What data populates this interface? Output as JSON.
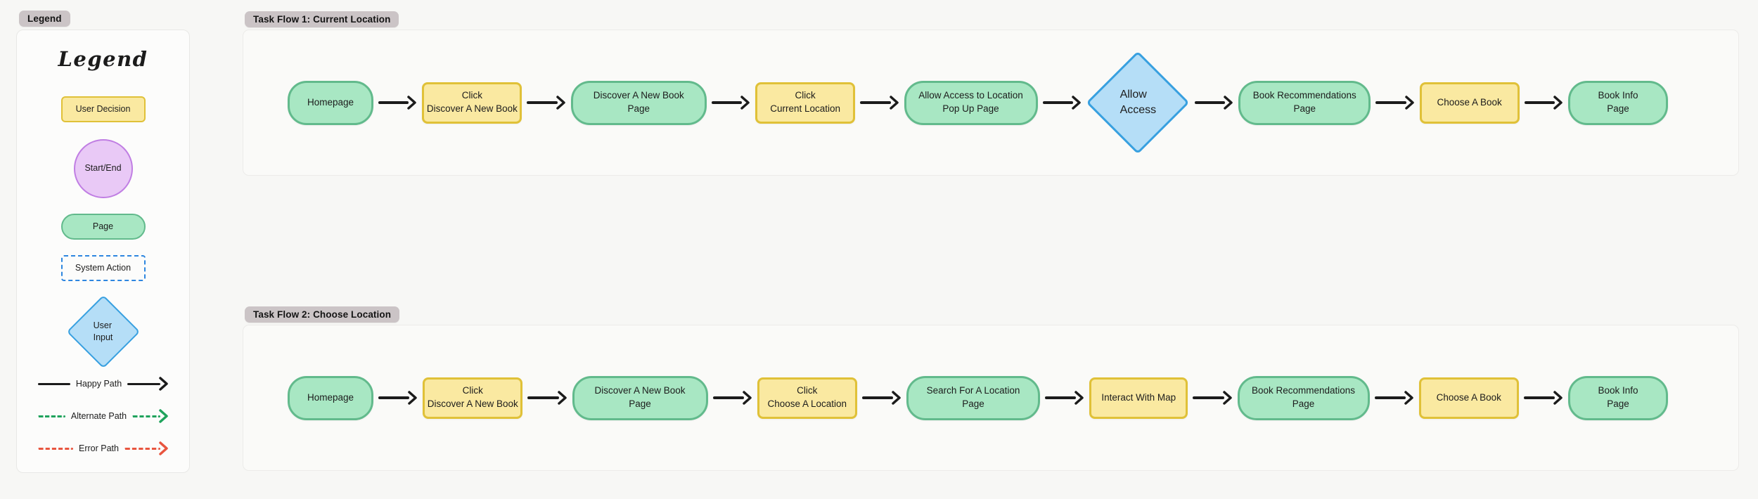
{
  "canvas": {
    "background": "#f7f7f5"
  },
  "legend": {
    "tag_label": "Legend",
    "title": "Legend",
    "shapes": [
      {
        "type": "user-decision",
        "label": "User Decision",
        "fill": "#fae9a1",
        "border": "#e0c138"
      },
      {
        "type": "start-end",
        "label": "Start/End",
        "fill": "#e9c9f6",
        "border": "#c07ee3"
      },
      {
        "type": "page",
        "label": "Page",
        "fill": "#a8e7c3",
        "border": "#62ba8c"
      },
      {
        "type": "system-action",
        "label": "System Action",
        "fill": "transparent",
        "border": "#2d86e0"
      },
      {
        "type": "user-input",
        "label": "User\nInput",
        "fill": "#b5def7",
        "border": "#38a0e0"
      }
    ],
    "paths": [
      {
        "name": "happy-path",
        "label": "Happy Path",
        "color": "#1b1b1b",
        "style": "solid"
      },
      {
        "name": "alternate-path",
        "label": "Alternate Path",
        "color": "#1fa35c",
        "style": "dashed"
      },
      {
        "name": "error-path",
        "label": "Error Path",
        "color": "#e8553f",
        "style": "dashed"
      }
    ]
  },
  "flows": [
    {
      "tag_label": "Task Flow 1: Current Location",
      "nodes": [
        {
          "type": "page",
          "label": "Homepage"
        },
        {
          "type": "decision",
          "label": "Click\nDiscover A New Book"
        },
        {
          "type": "page",
          "label": "Discover A New Book\nPage"
        },
        {
          "type": "decision",
          "label": "Click\nCurrent Location"
        },
        {
          "type": "page",
          "label": "Allow Access to Location\nPop Up Page"
        },
        {
          "type": "user-input",
          "label": "Allow\nAccess"
        },
        {
          "type": "page",
          "label": "Book Recommendations\nPage"
        },
        {
          "type": "decision",
          "label": "Choose A Book"
        },
        {
          "type": "page",
          "label": "Book Info\nPage"
        }
      ]
    },
    {
      "tag_label": "Task Flow 2: Choose Location",
      "nodes": [
        {
          "type": "page",
          "label": "Homepage"
        },
        {
          "type": "decision",
          "label": "Click\nDiscover A New Book"
        },
        {
          "type": "page",
          "label": "Discover A New Book\nPage"
        },
        {
          "type": "decision",
          "label": "Click\nChoose A Location"
        },
        {
          "type": "page",
          "label": "Search For A Location\nPage"
        },
        {
          "type": "decision",
          "label": "Interact With Map"
        },
        {
          "type": "page",
          "label": "Book Recommendations\nPage"
        },
        {
          "type": "decision",
          "label": "Choose A Book"
        },
        {
          "type": "page",
          "label": "Book Info\nPage"
        }
      ]
    }
  ],
  "connector": {
    "color": "#1b1b1b",
    "style": "solid-arrow"
  }
}
